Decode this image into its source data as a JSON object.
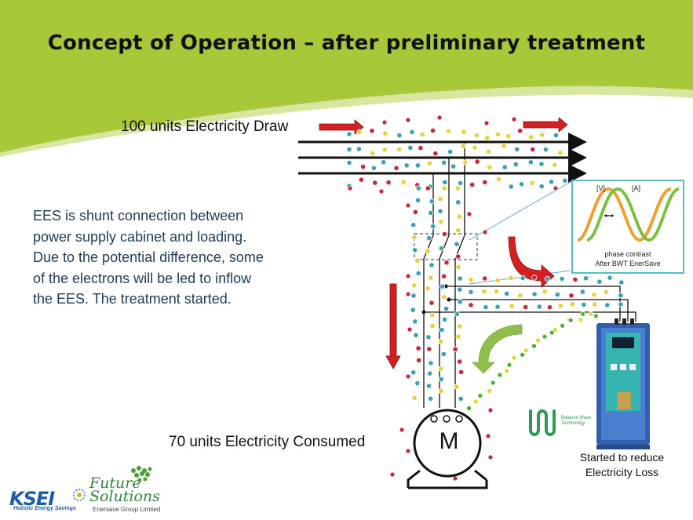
{
  "slide": {
    "title": "Concept of Operation – after preliminary treatment",
    "draw_label": "100 units Electricity Draw",
    "consumed_label": "70 units Electricity Consumed",
    "description_lines": [
      "EES is shunt connection between",
      "power supply cabinet and loading.",
      "Due to the potential difference, some",
      "of the electrons will be led to inflow",
      "the EES. The treatment started."
    ],
    "device_caption_lines": [
      "Started to reduce",
      "Electricity Loss"
    ],
    "motor_letter": "M"
  },
  "inset": {
    "v_label": "[V]",
    "a_label": "[A]",
    "caption_line1": "phase contrast",
    "caption_line2": "After BWT EnerSave"
  },
  "logos": {
    "ksei": "KSEI",
    "ksei_tagline": "Holistic Energy Savings",
    "future_line1": "Future",
    "future_line2": "Solutions",
    "future_sub": "Enersave Group Limited",
    "bw_line1": "Balance Wave",
    "bw_line2": "Technology"
  },
  "colors": {
    "banner_green": "#a8c83a",
    "arrow_red": "#d42020",
    "arrow_green": "#8fbf4a",
    "particle_teal": "#3aa0b8",
    "particle_yellow": "#e6d23a",
    "particle_red": "#c8283a",
    "particle_green": "#4cae3a",
    "text_blue": "#1f3a5a"
  },
  "icons": [
    "motor-icon",
    "ees-device-icon",
    "balance-wave-logo-icon",
    "ksei-logo-icon",
    "future-solutions-logo-icon"
  ]
}
